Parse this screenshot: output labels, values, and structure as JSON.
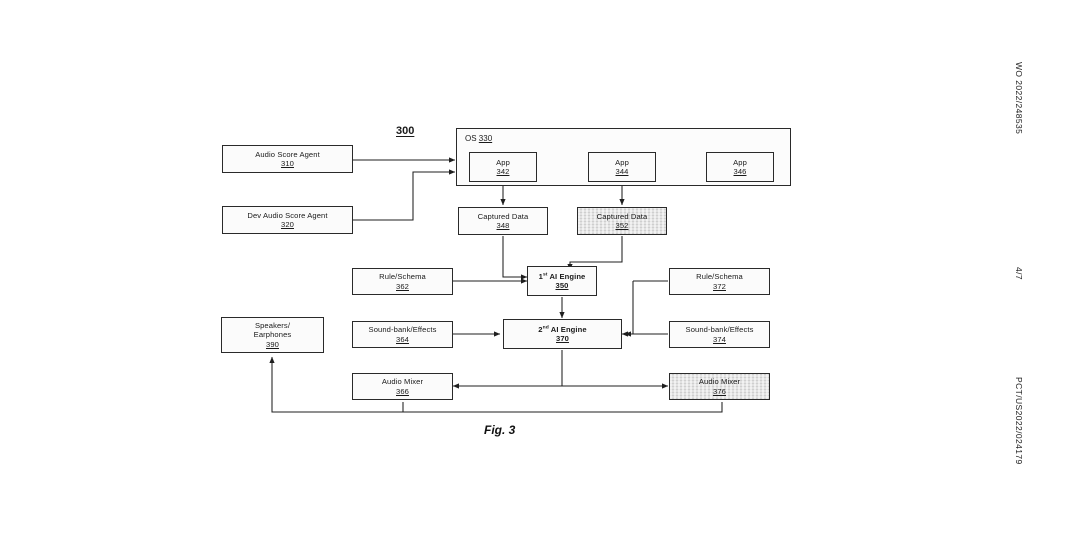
{
  "figure": {
    "diagram_number": "300",
    "caption": "Fig. 3",
    "os_container": {
      "label": "OS",
      "number": "330"
    },
    "nodes": [
      {
        "id": "audio-score-agent",
        "label": "Audio Score Agent",
        "number": "310",
        "shaded": false,
        "bold": false
      },
      {
        "id": "dev-audio-score-agent",
        "label": "Dev Audio Score Agent",
        "number": "320",
        "shaded": false,
        "bold": false
      },
      {
        "id": "app-342",
        "label": "App",
        "number": "342",
        "shaded": false,
        "bold": false
      },
      {
        "id": "app-344",
        "label": "App",
        "number": "344",
        "shaded": false,
        "bold": false
      },
      {
        "id": "app-346",
        "label": "App",
        "number": "346",
        "shaded": false,
        "bold": false
      },
      {
        "id": "captured-data-348",
        "label": "Captured Data",
        "number": "348",
        "shaded": false,
        "bold": false
      },
      {
        "id": "captured-data-352",
        "label": "Captured Data",
        "number": "352",
        "shaded": true,
        "bold": false
      },
      {
        "id": "rule-schema-362",
        "label": "Rule/Schema",
        "number": "362",
        "shaded": false,
        "bold": false
      },
      {
        "id": "rule-schema-372",
        "label": "Rule/Schema",
        "number": "372",
        "shaded": false,
        "bold": false
      },
      {
        "id": "first-ai-engine",
        "label": "1st AI Engine",
        "number": "350",
        "shaded": false,
        "bold": true
      },
      {
        "id": "second-ai-engine",
        "label": "2nd AI Engine",
        "number": "370",
        "shaded": false,
        "bold": true
      },
      {
        "id": "sound-bank-364",
        "label": "Sound-bank/Effects",
        "number": "364",
        "shaded": false,
        "bold": false
      },
      {
        "id": "sound-bank-374",
        "label": "Sound-bank/Effects",
        "number": "374",
        "shaded": false,
        "bold": false
      },
      {
        "id": "speakers-earphones",
        "label": "Speakers/\nEarphones",
        "number": "390",
        "shaded": false,
        "bold": false
      },
      {
        "id": "audio-mixer-366",
        "label": "Audio Mixer",
        "number": "366",
        "shaded": false,
        "bold": false
      },
      {
        "id": "audio-mixer-376",
        "label": "Audio Mixer",
        "number": "376",
        "shaded": true,
        "bold": false
      }
    ]
  },
  "margins": {
    "publication_number": "WO 2022/248535",
    "page_number": "4/7",
    "application_number": "PCT/US2022/024179"
  }
}
